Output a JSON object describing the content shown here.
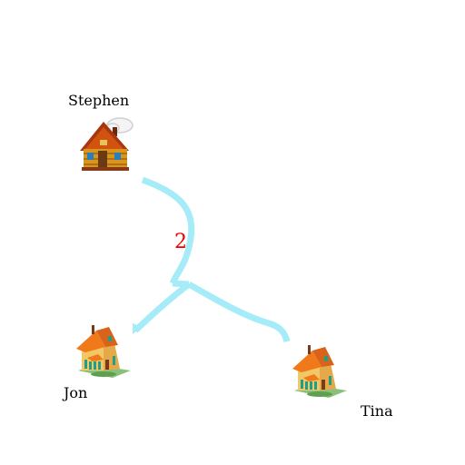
{
  "houses": [
    {
      "name": "Stephen",
      "icon": "cabin-house-icon"
    },
    {
      "name": "Jon",
      "icon": "orange-roof-house-icon"
    },
    {
      "name": "Tina",
      "icon": "orange-roof-house-icon"
    }
  ],
  "route": {
    "number": "2",
    "number_color": "#ee0000",
    "path_color": "#a6ecf8"
  }
}
